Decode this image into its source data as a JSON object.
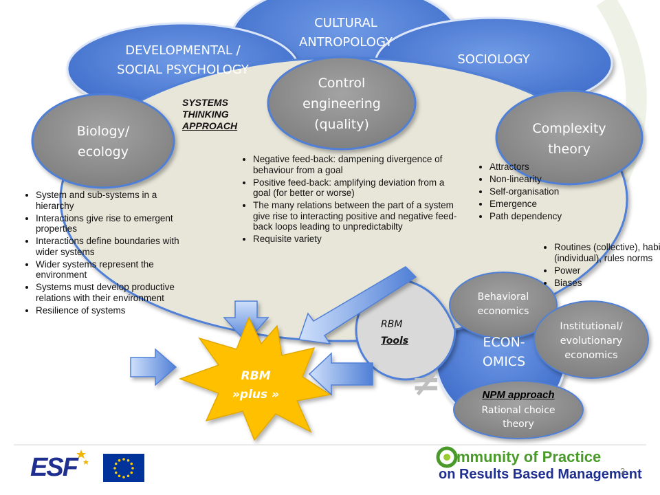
{
  "disciplines": {
    "cultural": "CULTURAL ANTROPOLOGY",
    "developmental": "DEVELOPMENTAL / SOCIAL PSYCHOLOGY",
    "sociology": "SOCIOLOGY",
    "control": "Control engineering (quality)",
    "biology": "Biology/ ecology",
    "complexity": "Complexity theory",
    "economics": "ECON- OMICS",
    "behavioral": "Behavioral economics",
    "institutional": "Institutional/ evolutionary economics",
    "npm_title": "NPM approach",
    "npm_sub": "Rational choice theory"
  },
  "systems_heading": {
    "line1": "SYSTEMS",
    "line2": "THINKING",
    "line3": "APPROACH"
  },
  "biology_bullets": [
    "System and sub-systems in a hierarchy",
    "Interactions give rise to emergent properties",
    "Interactions define boundaries with wider systems",
    "Wider systems represent the environment",
    "Systems must develop productive relations with their environment",
    "Resilience of systems"
  ],
  "control_bullets": [
    "Negative feed-back: dampening divergence of behaviour from a goal",
    "Positive feed-back: amplifying deviation from a goal (for better or worse)",
    "The many relations between the part of a system give rise to interacting positive and negative feed-back loops leading to unpredictabilty",
    "Requisite variety"
  ],
  "complexity_bullets": [
    "Attractors",
    "Non-linearity",
    "Self-organisation",
    "Emergence",
    "Path dependency"
  ],
  "economics_bullets": [
    "Routines (collective), habits (individual), rules norms",
    "Power",
    "Biases"
  ],
  "rbm_tools": {
    "line1": "RBM",
    "line2": "Tools"
  },
  "rbm_plus": {
    "line1": "RBM",
    "line2": "»plus »"
  },
  "not_equal_symbol": "≠",
  "footer": {
    "esf": "ESF",
    "cop_line1": "mmunity of Practice",
    "cop_line2": "on Results Based Management",
    "page_number": "3"
  },
  "colors": {
    "blue_oval": "#4f7fd6",
    "gray_oval": "#909090",
    "cream_bg": "#e8e6d9",
    "star_fill": "#ffc000",
    "cop_green": "#4a9a2a",
    "esf_blue": "#1f2f8f",
    "eu_blue": "#003399"
  }
}
